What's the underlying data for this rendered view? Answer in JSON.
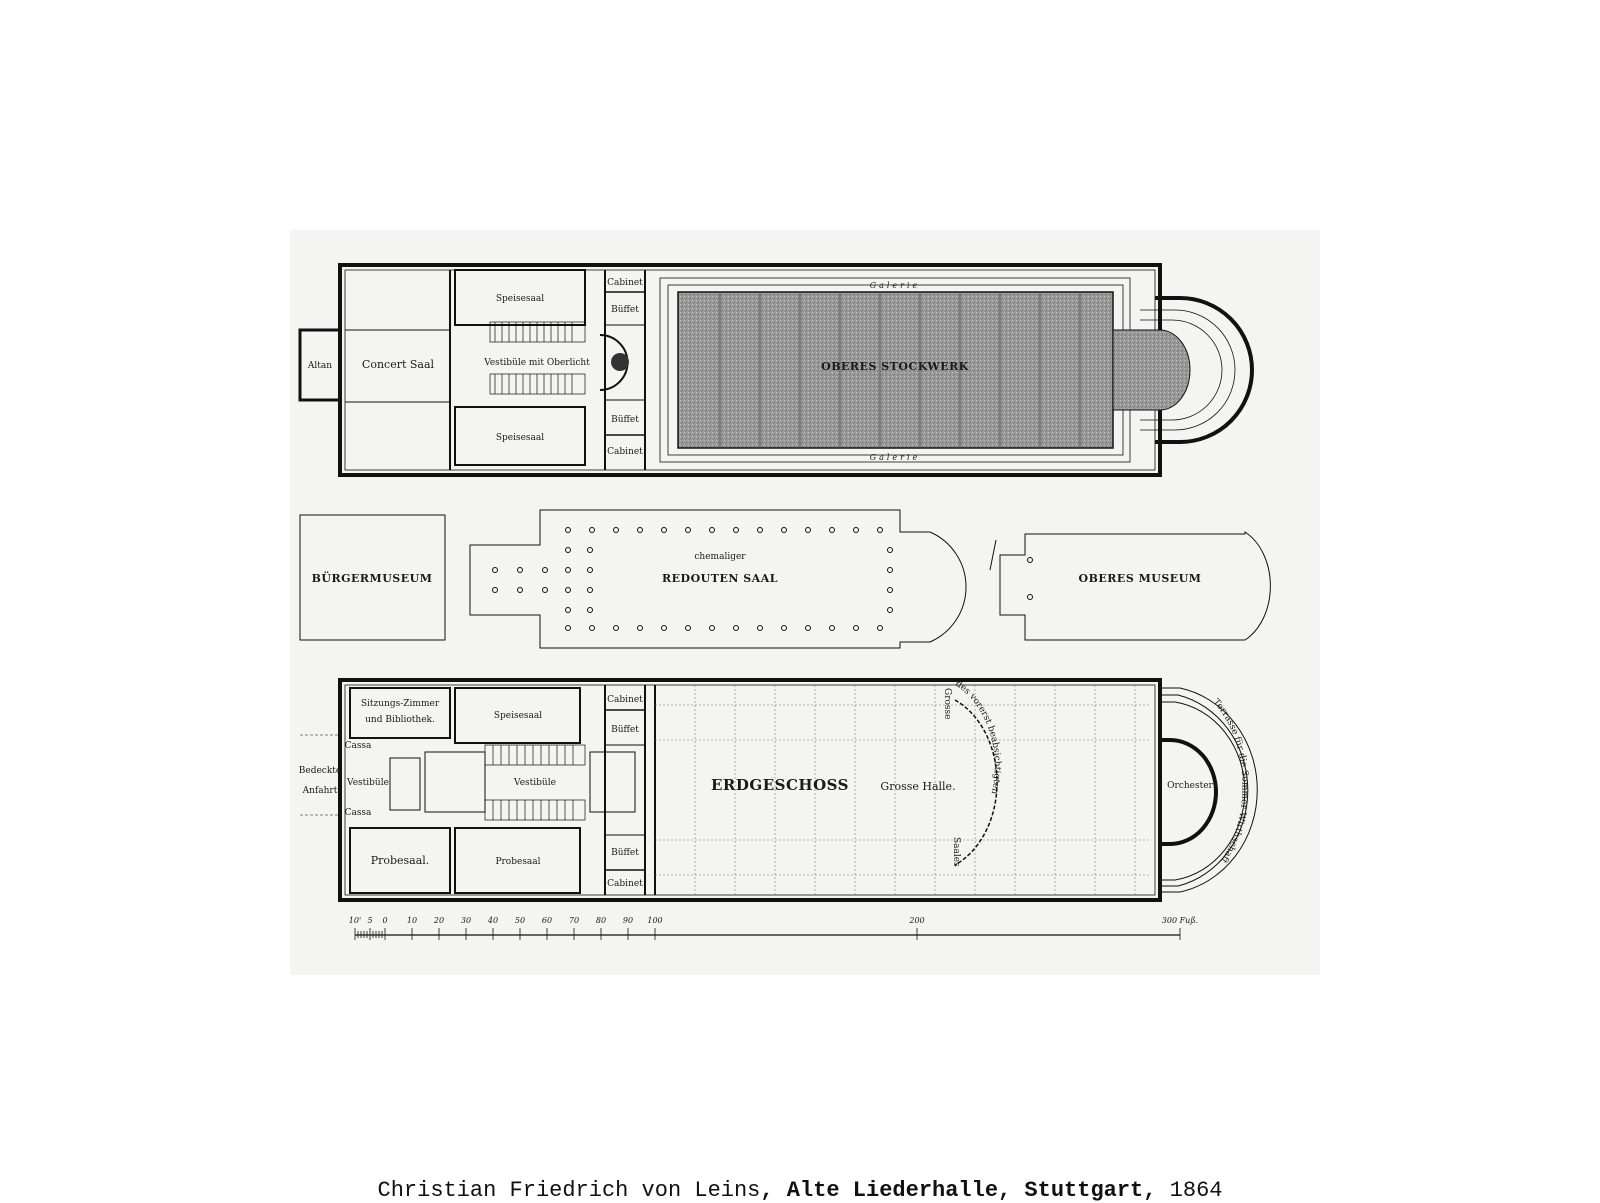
{
  "caption": {
    "artist": "Christian Friedrich von Leins",
    "sep1": ", ",
    "title": "Alte Liederhalle, Stuttgart,",
    "sep2": " ",
    "year": "1864"
  },
  "plan": {
    "upper_floor": {
      "label": "OBERES STOCKWERK",
      "rooms": {
        "altan": "Altan",
        "concert_saal": "Concert Saal",
        "speisesaal_top": "Speisesaal",
        "speisesaal_bottom": "Speisesaal",
        "vestibuele": "Vestibüle mit Oberlicht",
        "cabinet_top": "Cabinet",
        "cabinet_bottom": "Cabinet",
        "bueffet_top": "Büffet",
        "bueffet_bottom": "Büffet",
        "galerie_top": "Galerie",
        "galerie_bottom": "Galerie"
      }
    },
    "middle": {
      "buergermuseum": "BÜRGERMUSEUM",
      "redouten_line1": "chemaliger",
      "redouten_line2": "REDOUTEN SAAL",
      "oberes_museum": "OBERES MUSEUM"
    },
    "ground_floor": {
      "label": "ERDGESCHOSS",
      "rooms": {
        "sitzungs_line1": "Sitzungs-Zimmer",
        "sitzungs_line2": "und Bibliothek.",
        "speisesaal": "Speisesaal",
        "cabinet_top": "Cabinet",
        "cabinet_bottom": "Cabinet",
        "bueffet_top": "Büffet",
        "bueffet_bottom": "Büffet",
        "cassa_top": "Cassa",
        "cassa_bottom": "Cassa",
        "bedeckte": "Bedeckte",
        "anfahrt": "Anfahrt",
        "vestibuele_left": "Vestibüle",
        "vestibuele_center": "Vestibüle",
        "probesaal_left": "Probesaal.",
        "probesaal_right": "Probesaal",
        "grosse_halle": "Grosse Halle.",
        "orchester": "Orchester",
        "arc_grosse": "Grosse",
        "arc_text": "des vorerst beabsichtigten",
        "arc_saales": "Saales",
        "terrasse": "Terrasse für die Sommer Wirthschaft"
      }
    },
    "scale": {
      "labels": [
        "10'",
        "5",
        "0",
        "10",
        "20",
        "30",
        "40",
        "50",
        "60",
        "70",
        "80",
        "90",
        "100",
        "200"
      ],
      "unit": "300 Fuß."
    }
  }
}
